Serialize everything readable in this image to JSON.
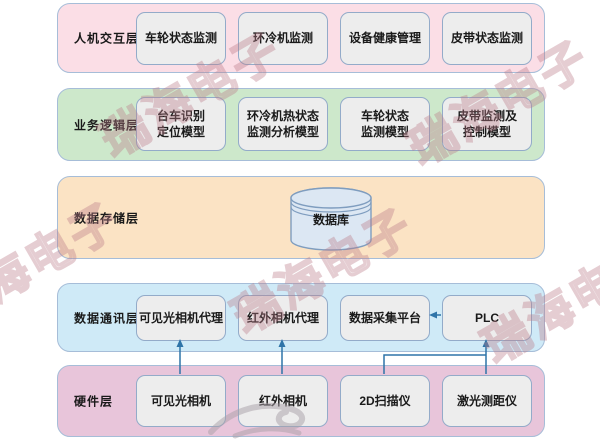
{
  "watermark": {
    "text": "瑞海电子"
  },
  "colors": {
    "layer_hmi": "#fbdee6",
    "layer_logic": "#cde8cb",
    "layer_storage": "#fbe3c4",
    "layer_comm": "#cfeaf7",
    "layer_hardware": "#e8c5da",
    "node_fill": "#ededed",
    "node_border": "#93abc9",
    "layer_border": "#a6bdd8",
    "arrow": "#2e74a8",
    "cylinder_fill": "#dce7f3",
    "cylinder_border": "#7f9dbf",
    "text": "#1a1a1a"
  },
  "layers": [
    {
      "label": "人机交互层",
      "boxes": [
        {
          "label": "车轮状态监测"
        },
        {
          "label": "环冷机监测"
        },
        {
          "label": "设备健康管理"
        },
        {
          "label": "皮带状态监测"
        }
      ]
    },
    {
      "label": "业务逻辑层",
      "boxes": [
        {
          "label": "台车识别\n定位模型"
        },
        {
          "label": "环冷机热状态\n监测分析模型"
        },
        {
          "label": "车轮状态\n监测模型"
        },
        {
          "label": "皮带监测及\n控制模型"
        }
      ]
    },
    {
      "label": "数据存储层",
      "database": {
        "label": "数据库"
      }
    },
    {
      "label": "数据通讯层",
      "boxes": [
        {
          "label": "可见光相机代理"
        },
        {
          "label": "红外相机代理"
        },
        {
          "label": "数据采集平台"
        },
        {
          "label": "PLC"
        }
      ]
    },
    {
      "label": "硬件层",
      "boxes": [
        {
          "label": "可见光相机"
        },
        {
          "label": "红外相机"
        },
        {
          "label": "2D扫描仪"
        },
        {
          "label": "激光测距仪"
        }
      ]
    }
  ],
  "connections": [
    {
      "from": "可见光相机",
      "to": "可见光相机代理",
      "type": "arrow-up"
    },
    {
      "from": "红外相机",
      "to": "红外相机代理",
      "type": "arrow-up"
    },
    {
      "from": "2D扫描仪",
      "to": "PLC",
      "type": "elbow-join"
    },
    {
      "from": "激光测距仪",
      "to": "PLC",
      "type": "arrow-up"
    },
    {
      "from": "PLC",
      "to": "数据采集平台",
      "type": "arrow-left"
    }
  ]
}
